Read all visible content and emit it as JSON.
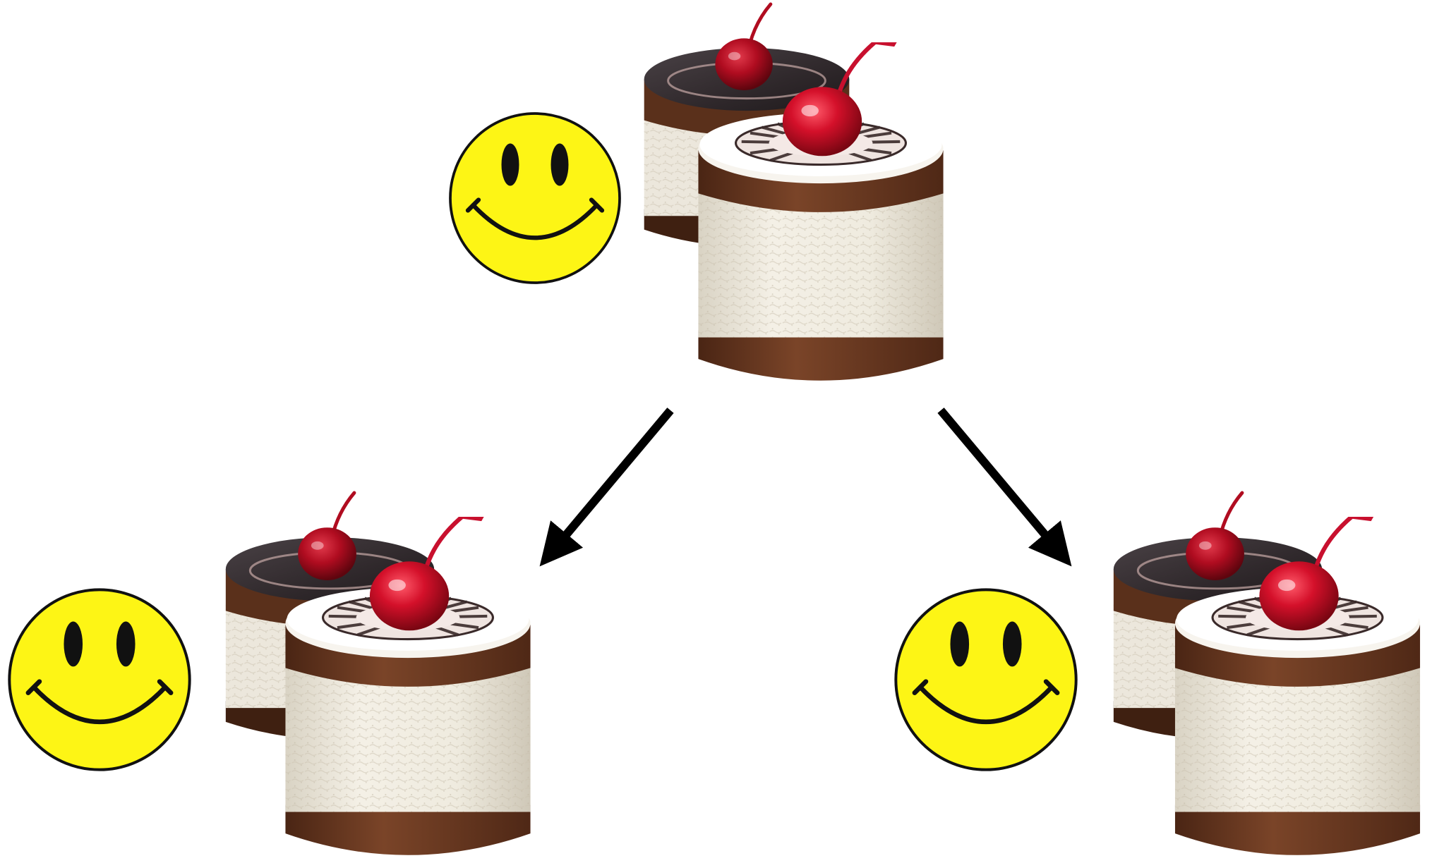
{
  "diagram": {
    "type": "branching",
    "nodes": [
      {
        "id": "top",
        "icons": [
          "smiley-face-icon",
          "cake-pair-icon"
        ]
      },
      {
        "id": "left",
        "icons": [
          "smiley-face-icon",
          "cake-pair-icon"
        ]
      },
      {
        "id": "right",
        "icons": [
          "smiley-face-icon",
          "cake-pair-icon"
        ]
      }
    ],
    "edges": [
      {
        "from": "top",
        "to": "left"
      },
      {
        "from": "top",
        "to": "right"
      }
    ],
    "colors": {
      "smiley_fill": "#fdf515",
      "smiley_outline": "#111111",
      "arrow": "#000000",
      "cherry": "#d4102a",
      "sponge": "#6b3a22",
      "cream": "#f1ede2",
      "glaze": "#3a3336"
    }
  }
}
